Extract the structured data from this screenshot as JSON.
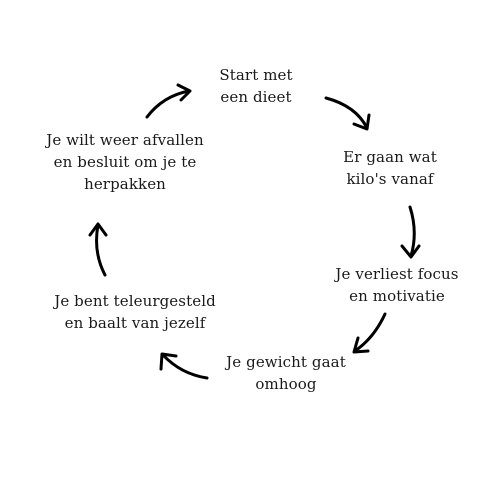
{
  "cycle": {
    "steps": [
      {
        "lines": [
          "Start met",
          "een dieet"
        ]
      },
      {
        "lines": [
          "Er gaan wat",
          "kilo's vanaf"
        ]
      },
      {
        "lines": [
          "Je verliest focus",
          "en motivatie"
        ]
      },
      {
        "lines": [
          "Je gewicht gaat",
          "omhoog"
        ]
      },
      {
        "lines": [
          "Je bent teleurgesteld",
          "en baalt van jezelf"
        ]
      },
      {
        "lines": [
          "Je wilt weer afvallen",
          "en besluit om je te",
          "herpakken"
        ]
      }
    ],
    "arrow_color": "#000000",
    "text_color": "#1a1a1a",
    "arrow_icon": "curved-arrow-icon"
  }
}
